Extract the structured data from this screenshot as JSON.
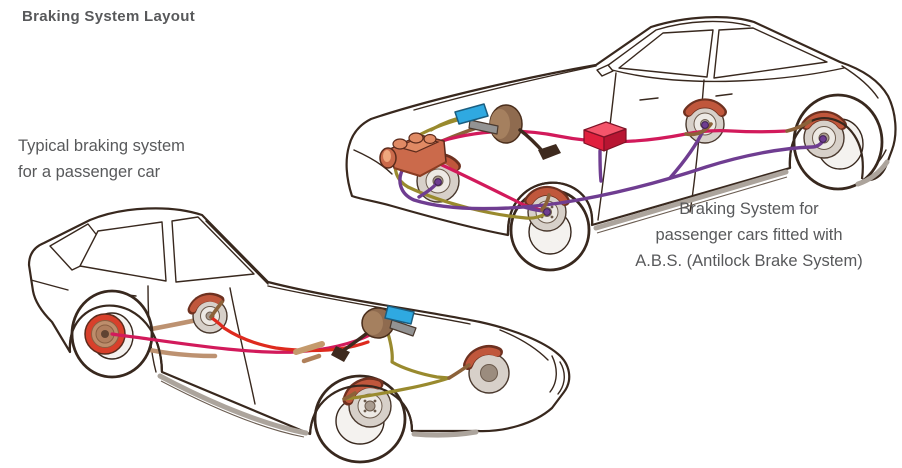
{
  "header": {
    "title": "Braking System Layout"
  },
  "captions": {
    "standard": {
      "lines": [
        "Typical braking system",
        "for a passenger car"
      ]
    },
    "abs": {
      "lines": [
        "Braking System for",
        "passenger cars fitted with",
        "A.B.S. (Antilock Brake System)"
      ]
    }
  },
  "colors": {
    "text": "#58595B",
    "outline": "#38281E",
    "line_primary": "#D21A5B",
    "line_secondary": "#DE2A1E",
    "line_front": "#998A2E",
    "line_abs": "#6F3D91",
    "hose": "#8C6239",
    "caliper": "#C0573C",
    "caliper_dark": "#6E3120",
    "abs_unit": "#CB6A4B",
    "ecu": "#E01F3D",
    "booster": "#8F6B4F",
    "reservoir": "#2FA9E1",
    "drum": "#BD8E6C",
    "drum_ring": "#D8402B",
    "disc": "#D7D0C9",
    "shadow": "#ACA49C"
  }
}
